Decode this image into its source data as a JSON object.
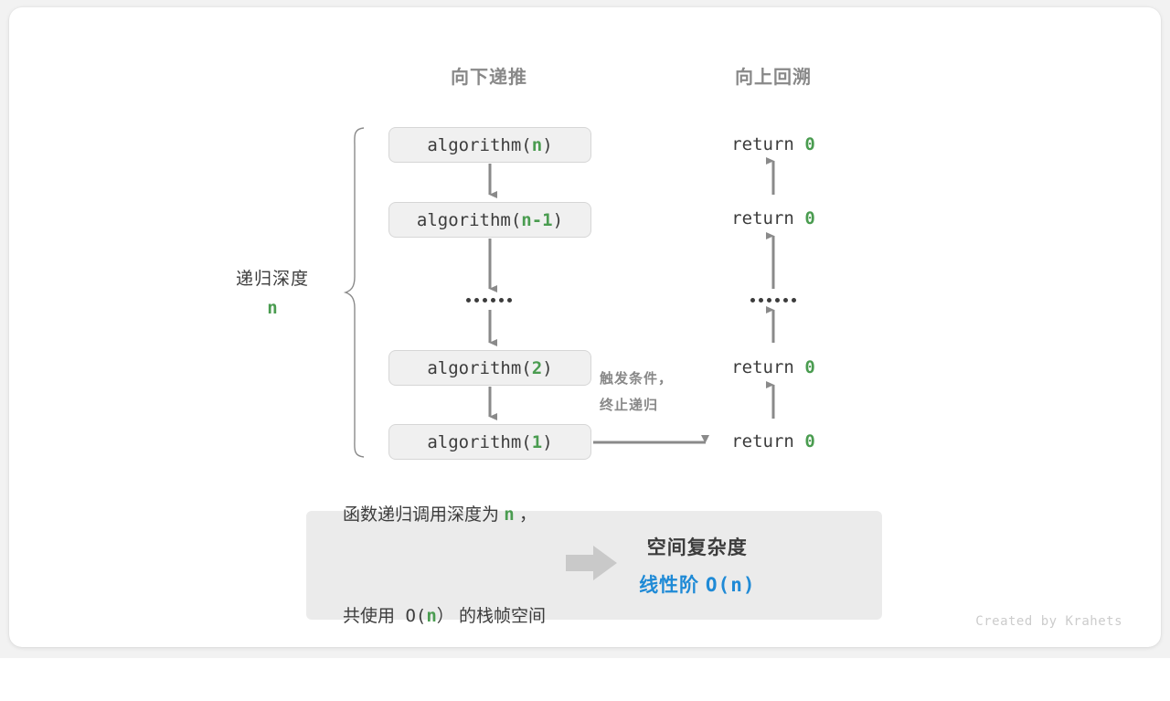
{
  "headers": {
    "down": "向下递推",
    "up": "向上回溯"
  },
  "depth_label": {
    "title": "递归深度",
    "value": "n"
  },
  "call_stack": [
    {
      "prefix": "algorithm(",
      "arg": "n",
      "suffix": ")"
    },
    {
      "prefix": "algorithm(",
      "arg": "n-1",
      "suffix": ")"
    },
    {
      "prefix": "algorithm(",
      "arg": "2",
      "suffix": ")"
    },
    {
      "prefix": "algorithm(",
      "arg": "1",
      "suffix": ")"
    }
  ],
  "returns": [
    {
      "text": "return ",
      "value": "0"
    },
    {
      "text": "return ",
      "value": "0"
    },
    {
      "text": "return ",
      "value": "0"
    },
    {
      "text": "return ",
      "value": "0"
    }
  ],
  "ellipsis": "••••••",
  "trigger_note": {
    "line1": "触发条件，",
    "line2": "终止递归"
  },
  "summary": {
    "line1_a": "函数递归调用深度为 ",
    "line1_hl": "n",
    "line1_b": " ，",
    "line2_a": "共使用 O(",
    "line2_hl": "n",
    "line2_b": "） 的栈帧空间",
    "arrow_icon": "right-block-arrow",
    "right_title": "空间复杂度",
    "right_value_label": "线性阶 ",
    "right_value_mono": "O(n)"
  },
  "credit": "Created by Krahets",
  "colors": {
    "accent_green": "#4a9c50",
    "accent_blue": "#1f8ad6",
    "text": "#3c3c3c",
    "muted": "#888888",
    "box_bg": "#f0f0f0",
    "panel_bg": "#ebebeb",
    "page_bg": "#f2f2f2"
  }
}
